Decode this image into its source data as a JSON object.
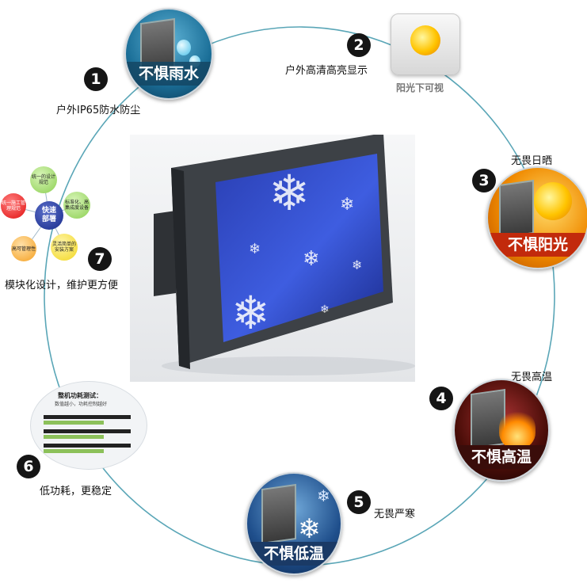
{
  "features": [
    {
      "num": "1",
      "caption": "户外IP65防水防尘",
      "badge_text": "不惧雨水"
    },
    {
      "num": "2",
      "caption": "户外高清高亮显示",
      "badge_text": "阳光下可视"
    },
    {
      "num": "3",
      "caption": "无畏日晒",
      "badge_text": "不惧阳光"
    },
    {
      "num": "4",
      "caption": "无畏高温",
      "badge_text": "不惧高温"
    },
    {
      "num": "5",
      "caption": "无畏严寒",
      "badge_text": "不惧低温"
    },
    {
      "num": "6",
      "caption": "低功耗，更稳定"
    },
    {
      "num": "7",
      "caption": "模块化设计，维护更方便"
    }
  ],
  "modular": {
    "center": "快速部署",
    "nodes": [
      "统一的设计规范",
      "标准化、高集成度设备",
      "灵活简单的安装方案",
      "高可管理性",
      "统一施工管理规范"
    ]
  },
  "power_test": {
    "title": "整机功耗测试：",
    "subtitle": "数值越小，功耗控制越好"
  },
  "colors": {
    "ring": "#5aa6b7",
    "badge": "#151515",
    "rain_band": "#1f5e80",
    "sun_band": "#c22a0c",
    "heat_band": "#3a0d0a",
    "cold_band": "#1a3a66"
  }
}
